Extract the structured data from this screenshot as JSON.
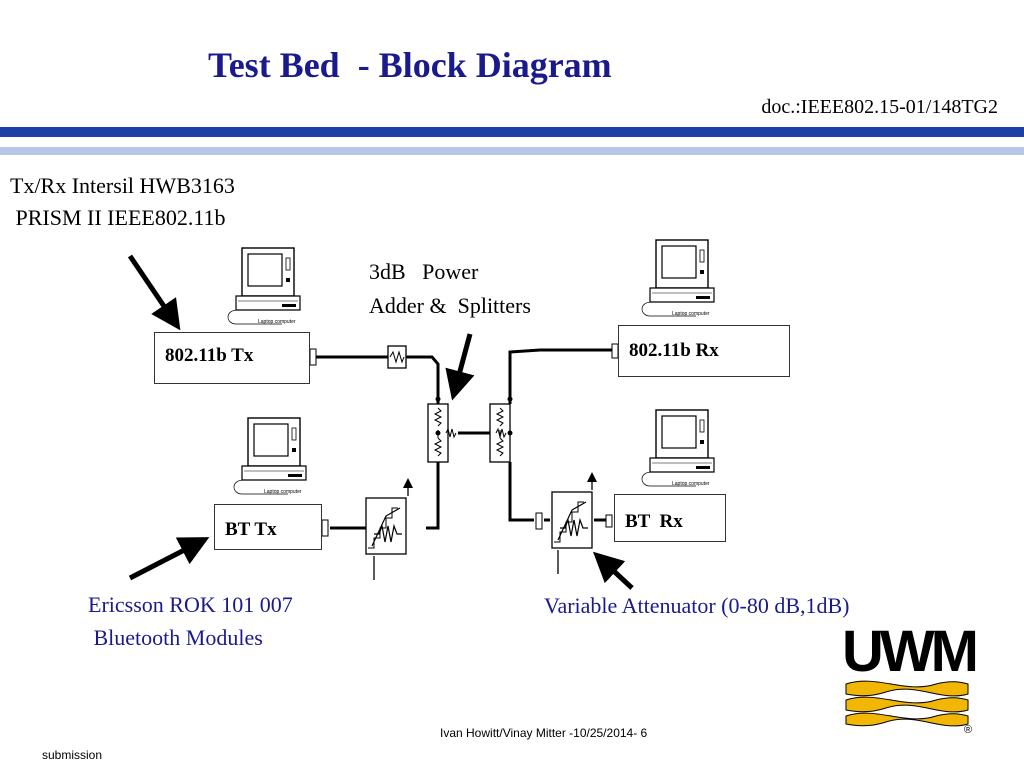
{
  "header": {
    "title": "Test Bed  - Block Diagram",
    "doc_ref": "doc.:IEEE802.15-01/148TG2"
  },
  "labels": {
    "txrx_line1": "Tx/Rx Intersil HWB3163",
    "txrx_line2": " PRISM II IEEE802.11b",
    "adder_line1": "3dB   Power",
    "adder_line2": "Adder &  Splitters",
    "ericsson_line1": "Ericsson ROK 101 007",
    "ericsson_line2": " Bluetooth Modules",
    "attenuator": "Variable Attenuator (0-80 dB,1dB)"
  },
  "blocks": {
    "tx_80211b": "802.11b Tx",
    "rx_80211b": "802.11b Rx",
    "bt_tx": "BT Tx",
    "bt_rx": "BT  Rx"
  },
  "laptop_caption": "Laptop computer",
  "footer": {
    "author": "Ivan Howitt/Vinay Mitter -10/25/2014- 6",
    "submission": "submission"
  },
  "logo": {
    "text": "UWM",
    "registered": "®",
    "colors": {
      "black": "#000000",
      "gold": "#f2b705"
    }
  },
  "colors": {
    "title": "#1a1a8c",
    "rule_dark": "#1c3fa8",
    "rule_light": "#b8c6e6"
  }
}
